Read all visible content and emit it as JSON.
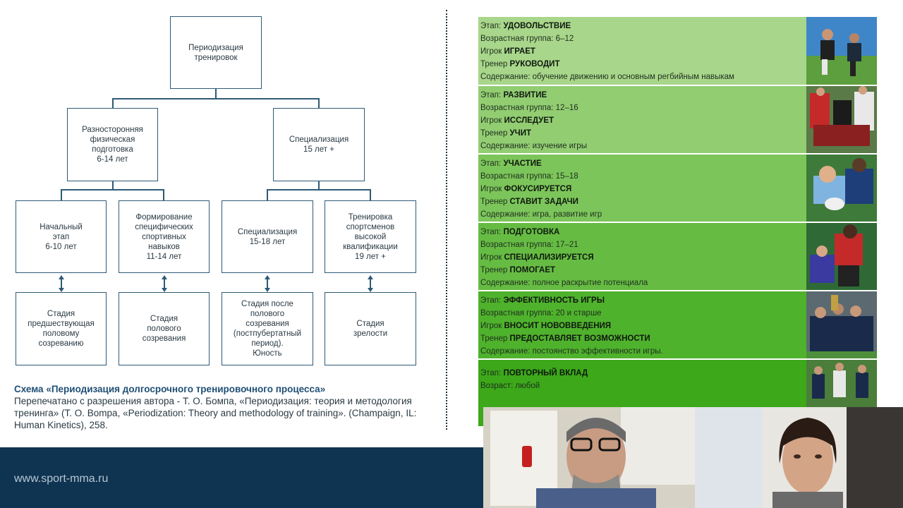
{
  "diagram": {
    "root": "Периодизация\nтренировок",
    "level1": [
      "Разносторонняя\nфизическая\nподготовка\n6-14 лет",
      "Специализация\n15 лет +"
    ],
    "level2": [
      "Начальный\nэтап\n6-10 лет",
      "Формирование\nспецифических\nспортивных\nнавыков\n11-14 лет",
      "Специализация\n15-18 лет",
      "Тренировка\nспортсменов\nвысокой\nквалификации\n19 лет +"
    ],
    "level3": [
      "Стадия\nпредшествующая\nполовому\nсозреванию",
      "Стадия\nполового\nсозревания",
      "Стадия после\nполового\nсозревания\n(постпубертатный\nпериод).\nЮность",
      "Стадия\nзрелости"
    ]
  },
  "caption": {
    "title": "Схема «Периодизация долгосрочного тренировочного процесса»",
    "text": "Перепечатано с разрешения автора - Т. О. Бомпа, «Периодизация: теория и методология тренинга» (T. O. Bompa, «Periodization: Theory and methodology of training». (Champaign, IL: Human Kinetics), 258."
  },
  "footer": {
    "url": "www.sport-mma.ru"
  },
  "labels": {
    "stage": "Этап:",
    "age_group": "Возрастная группа:",
    "age": "Возраст:",
    "player": "Игрок",
    "coach": "Тренер",
    "content": "Содержание:"
  },
  "stages": [
    {
      "name": "УДОВОЛЬСТВИЕ",
      "age": "6–12",
      "player": "ИГРАЕТ",
      "coach": "РУКОВОДИТ",
      "content": "обучение движению и основным регбийным навыкам",
      "color": "#a8d68a"
    },
    {
      "name": "РАЗВИТИЕ",
      "age": "12–16",
      "player": "ИССЛЕДУЕТ",
      "coach": "УЧИТ",
      "content": "изучение игры",
      "color": "#92cd72"
    },
    {
      "name": "УЧАСТИЕ",
      "age": "15–18",
      "player": "ФОКУСИРУЕТСЯ",
      "coach": "СТАВИТ ЗАДАЧИ",
      "content": "игра, развитие игр",
      "color": "#7cc55a"
    },
    {
      "name": "ПОДГОТОВКА",
      "age": "17–21",
      "player": "СПЕЦИАЛИЗИРУЕТСЯ",
      "coach": "ПОМОГАЕТ",
      "content": "полное раскрытие потенциала",
      "color": "#66bc43"
    },
    {
      "name": "ЭФФЕКТИВНОСТЬ ИГРЫ",
      "age": "20 и старше",
      "player": "ВНОСИТ НОВОВВЕДЕНИЯ",
      "coach": "ПРЕДОСТАВЛЯЕТ ВОЗМОЖНОСТИ",
      "content": "постоянство эффективности игры.",
      "color": "#4fb22c"
    },
    {
      "name": "ПОВТОРНЫЙ ВКЛАД",
      "age": "любой",
      "color": "#3ca81a"
    }
  ]
}
